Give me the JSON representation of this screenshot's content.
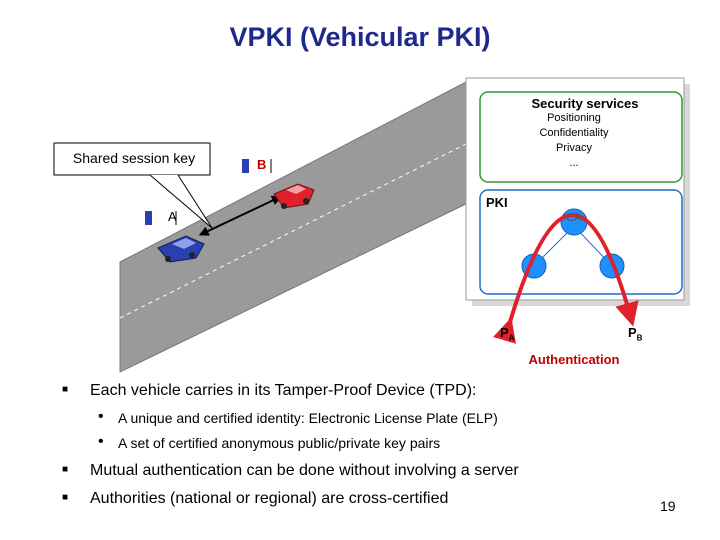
{
  "title": "VPKI (Vehicular PKI)",
  "diagram": {
    "shared_key_label": "Shared session key",
    "vehicle_a_tag": "A",
    "vehicle_b_tag": "B",
    "security_services": {
      "title": "Security services",
      "items": [
        "Positioning",
        "Confidentiality",
        "Privacy",
        "..."
      ]
    },
    "pki_label": "PKI",
    "ca_label": "CA",
    "pa_label": "P",
    "pa_sub": "A",
    "pb_label": "P",
    "pb_sub": "B",
    "auth_label": "Authentication",
    "colors": {
      "road": "#9a9a9a",
      "car_a": "#2a3fb0",
      "car_b": "#e0202a",
      "auth_arrow": "#e0202a",
      "node_fill": "#1e90ff",
      "title": "#1d2a8c"
    }
  },
  "bullets": [
    {
      "text": "Each vehicle carries in its Tamper-Proof Device (TPD):",
      "sub": [
        "A unique and certified identity: Electronic License Plate (ELP)",
        "A set of certified anonymous public/private key pairs"
      ]
    },
    {
      "text": "Mutual authentication can be done without involving a server",
      "sub": []
    },
    {
      "text": "Authorities (national or regional) are cross-certified",
      "sub": []
    }
  ],
  "page_number": "19"
}
